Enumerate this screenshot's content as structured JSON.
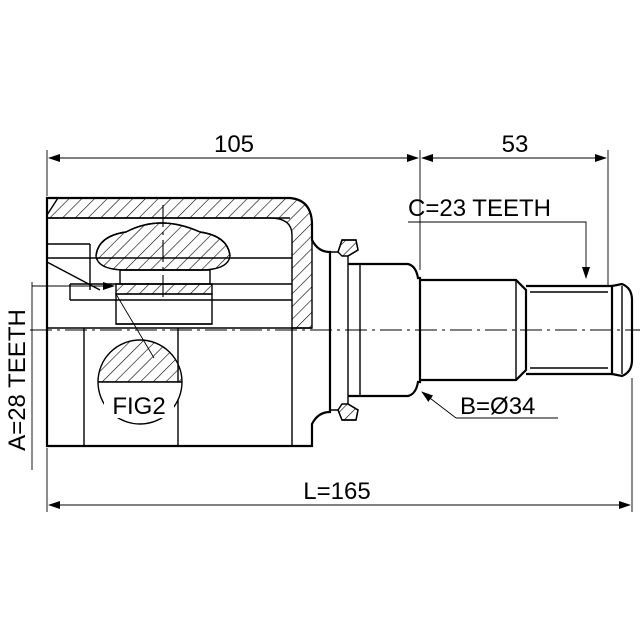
{
  "dimensions": {
    "housing_length": "105",
    "stem_length": "53",
    "total_length": "L=165"
  },
  "callouts": {
    "outer_spline": "C=23 TEETH",
    "seal_diameter": "B=Ø34",
    "inner_spline": "A=28 TEETH",
    "detail_ref": "FIG2"
  }
}
